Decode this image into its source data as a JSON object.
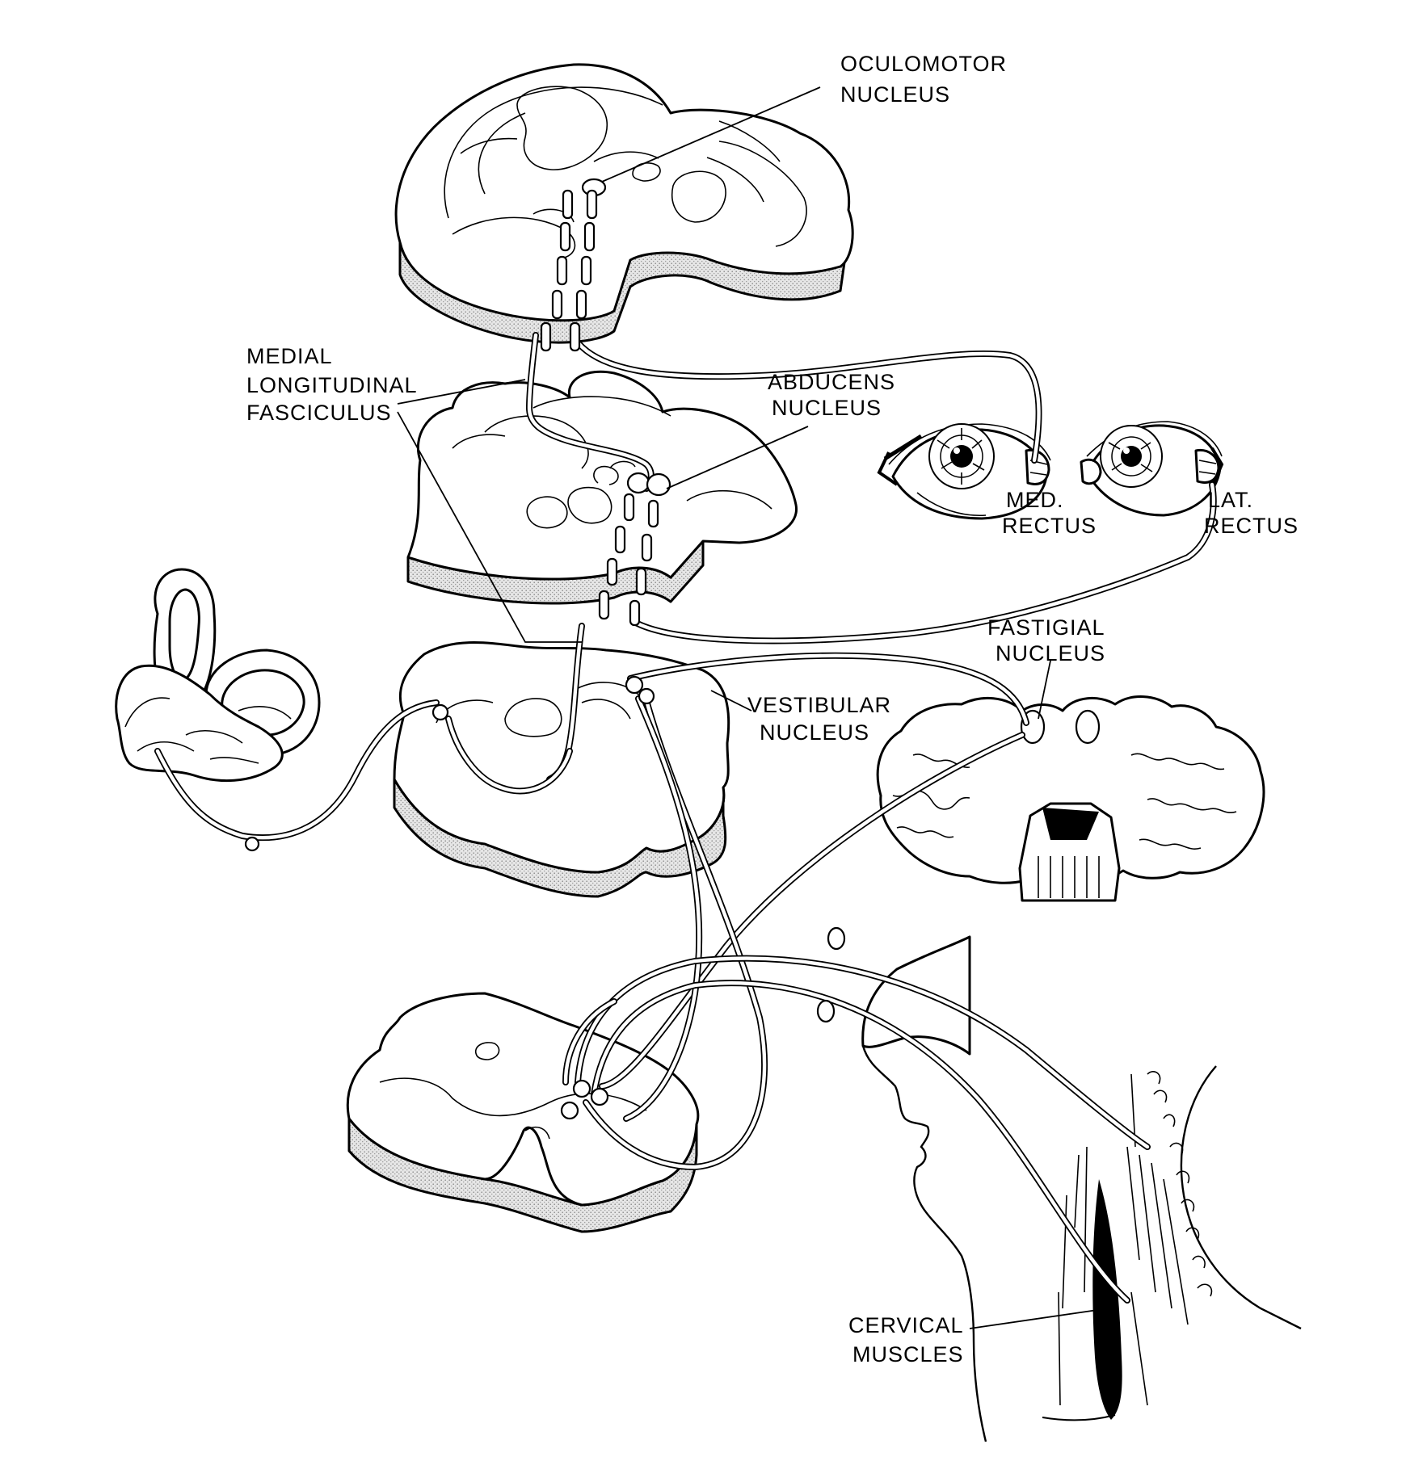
{
  "labels": {
    "oculomotor_nucleus": [
      "OCULOMOTOR",
      "NUCLEUS"
    ],
    "medial_longitudinal_fasciculus": [
      "MEDIAL",
      "LONGITUDINAL",
      "FASCICULUS"
    ],
    "abducens_nucleus": [
      "ABDUCENS",
      "NUCLEUS"
    ],
    "med_rectus": [
      "MED.",
      "RECTUS"
    ],
    "lat_rectus": [
      "LAT.",
      "RECTUS"
    ],
    "fastigial_nucleus": [
      "FASTIGIAL",
      "NUCLEUS"
    ],
    "vestibular_nucleus": [
      "VESTIBULAR",
      "NUCLEUS"
    ],
    "cervical_muscles": [
      "CERVICAL",
      "MUSCLES"
    ]
  }
}
